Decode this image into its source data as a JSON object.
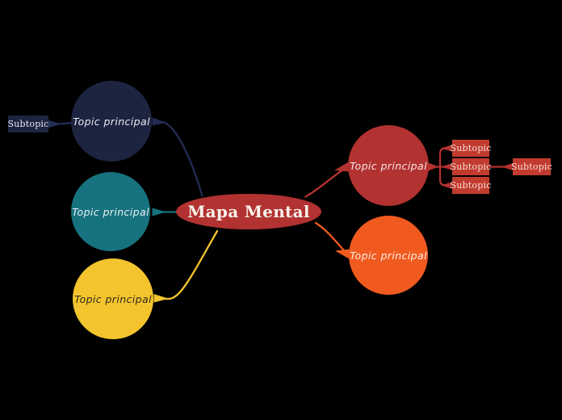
{
  "canvas": {
    "background": "#000000"
  },
  "root": {
    "label": "Mapa Mental",
    "color": "#b23231",
    "text_color": "#f7f2ea"
  },
  "topics": [
    {
      "label": "Topic principal",
      "color": "#1d2440",
      "line_color": "#232c52",
      "text_color": "#e9eaf0"
    },
    {
      "label": "Topic principal",
      "color": "#17727f",
      "line_color": "#17727f",
      "text_color": "#e8f1f2"
    },
    {
      "label": "Topic principal",
      "color": "#f3c42d",
      "line_color": "#f3c42d",
      "text_color": "#2e2a1e"
    },
    {
      "label": "Topic principal",
      "color": "#b23231",
      "line_color": "#b23231",
      "text_color": "#f5e4e2"
    },
    {
      "label": "Topic principal",
      "color": "#f05a1f",
      "line_color": "#f05a1f",
      "text_color": "#fdeee6"
    }
  ],
  "subtopics": {
    "left": {
      "label": "Subtopic",
      "color": "#1d2440",
      "text_color": "#e9eaf0",
      "line_color": "#242d55"
    },
    "right": [
      {
        "label": "Subtopic"
      },
      {
        "label": "Subtopic"
      },
      {
        "label": "Subtopic"
      }
    ],
    "right_nested": {
      "label": "Subtopic"
    },
    "box_color": "#c23b2e",
    "text_color": "#f7ddd8",
    "line_color": "#b5312d"
  }
}
